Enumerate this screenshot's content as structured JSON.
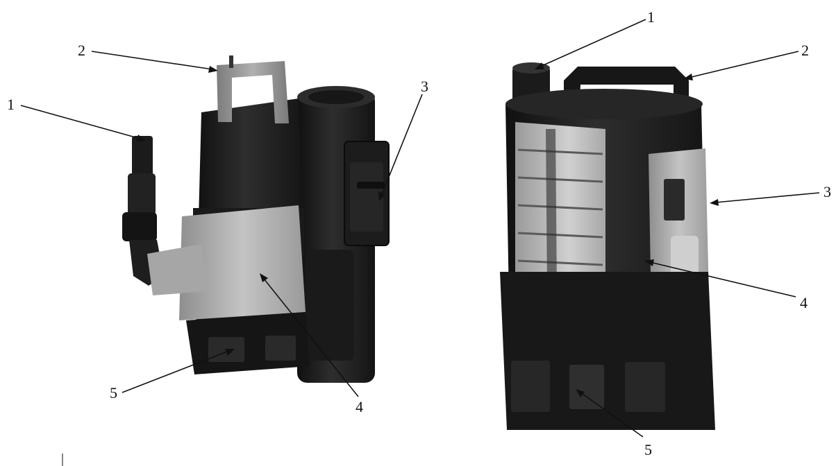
{
  "figure": {
    "left_pump": {
      "callouts": [
        {
          "key": "left-1",
          "label": "1"
        },
        {
          "key": "left-2",
          "label": "2"
        },
        {
          "key": "left-3",
          "label": "3"
        },
        {
          "key": "left-4",
          "label": "4"
        },
        {
          "key": "left-5",
          "label": "5"
        }
      ]
    },
    "right_pump": {
      "callouts": [
        {
          "key": "right-1",
          "label": "1"
        },
        {
          "key": "right-2",
          "label": "2"
        },
        {
          "key": "right-3",
          "label": "3"
        },
        {
          "key": "right-4",
          "label": "4"
        },
        {
          "key": "right-5",
          "label": "5"
        }
      ]
    },
    "colors": {
      "body_dark": "#1f1f1f",
      "body_mid": "#3a3a3a",
      "body_light": "#b9b9b9",
      "label_text": "#111111"
    }
  }
}
